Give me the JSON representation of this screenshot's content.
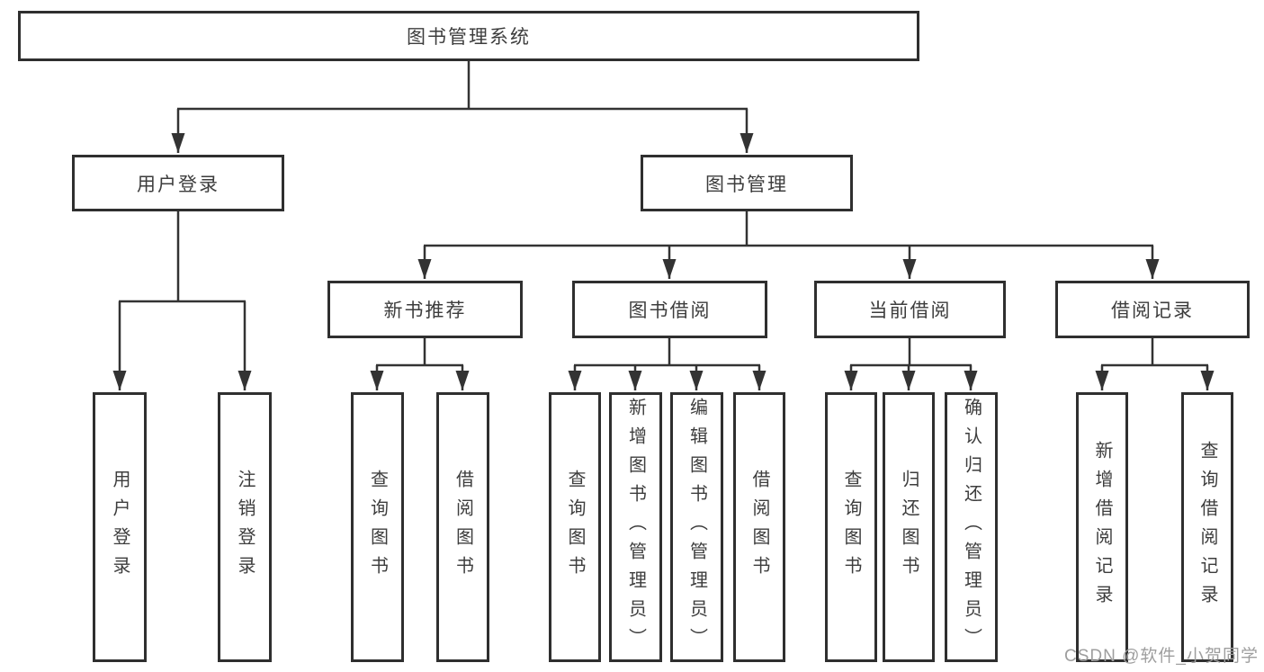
{
  "tree": {
    "root": {
      "label": "图书管理系统"
    },
    "branches": [
      {
        "label": "用户登录",
        "children": [
          {
            "label": "用户登录"
          },
          {
            "label": "注销登录"
          }
        ]
      },
      {
        "label": "图书管理",
        "children": [
          {
            "label": "新书推荐",
            "children": [
              {
                "label": "查询图书"
              },
              {
                "label": "借阅图书"
              }
            ]
          },
          {
            "label": "图书借阅",
            "children": [
              {
                "label": "查询图书"
              },
              {
                "label": "新增图书（管理员）"
              },
              {
                "label": "编辑图书（管理员）"
              },
              {
                "label": "借阅图书"
              }
            ]
          },
          {
            "label": "当前借阅",
            "children": [
              {
                "label": "查询图书"
              },
              {
                "label": "归还图书"
              },
              {
                "label": "确认归还（管理员）"
              }
            ]
          },
          {
            "label": "借阅记录",
            "children": [
              {
                "label": "新增借阅记录"
              },
              {
                "label": "查询借阅记录"
              }
            ]
          }
        ]
      }
    ]
  },
  "watermark": {
    "text": "CSDN @软件_小贺同学"
  },
  "colors": {
    "line": "#333333",
    "border": "#2f2f2f",
    "text": "#3d3d3d",
    "watermark": "#9e9e9e",
    "background": "#ffffff"
  }
}
